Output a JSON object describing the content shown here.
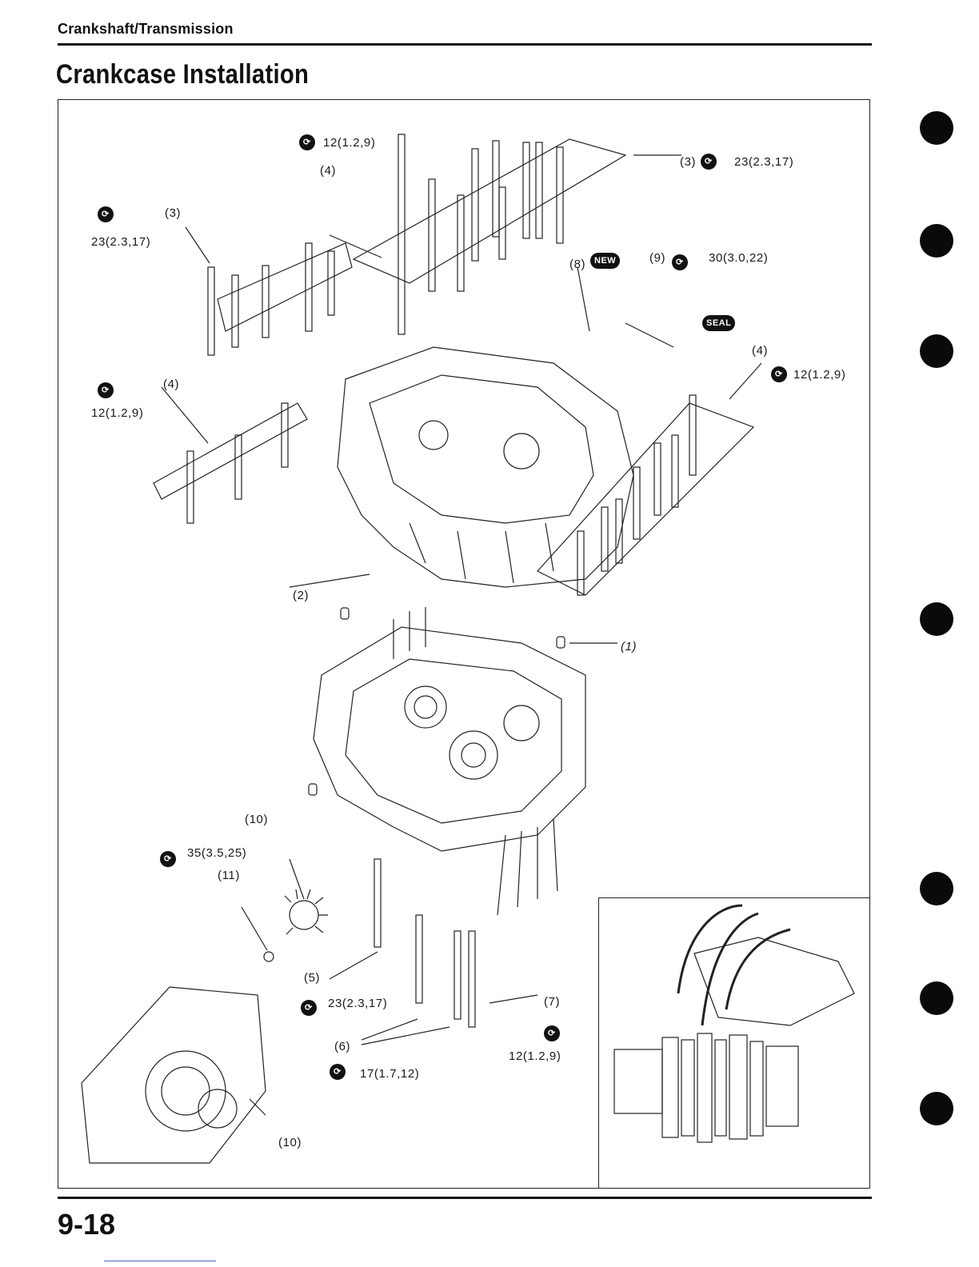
{
  "header": {
    "section": "Crankshaft/Transmission",
    "title": "Crankcase Installation"
  },
  "page_number": "9-18",
  "badges": {
    "new": "NEW",
    "seal": "SEAL"
  },
  "callouts": {
    "c1": "(1)",
    "c2": "(2)",
    "c3_upper_label": "(3)",
    "c3_upper_torque": "23(2.3,17)",
    "c3_left_label": "(3)",
    "c3_left_torque": "23(2.3,17)",
    "c4_top_torque": "12(1.2,9)",
    "c4_top_label": "(4)",
    "c4_left_label": "(4)",
    "c4_left_torque": "12(1.2,9)",
    "c4_right_label": "(4)",
    "c4_right_torque": "12(1.2,9)",
    "c5_label": "(5)",
    "c5_torque": "23(2.3,17)",
    "c6_label": "(6)",
    "c6_torque": "17(1.7,12)",
    "c7_label": "(7)",
    "c7_torque": "12(1.2,9)",
    "c8_label": "(8)",
    "c9_label": "(9)",
    "c9_torque": "30(3.0,22)",
    "c10_label": "(10)",
    "c10_torque": "35(3.5,25)",
    "c11_label": "(11)",
    "c10_inset_label": "(10)"
  },
  "icons": [
    "torque-wrench-icon",
    "new-part-icon",
    "sealant-icon"
  ]
}
